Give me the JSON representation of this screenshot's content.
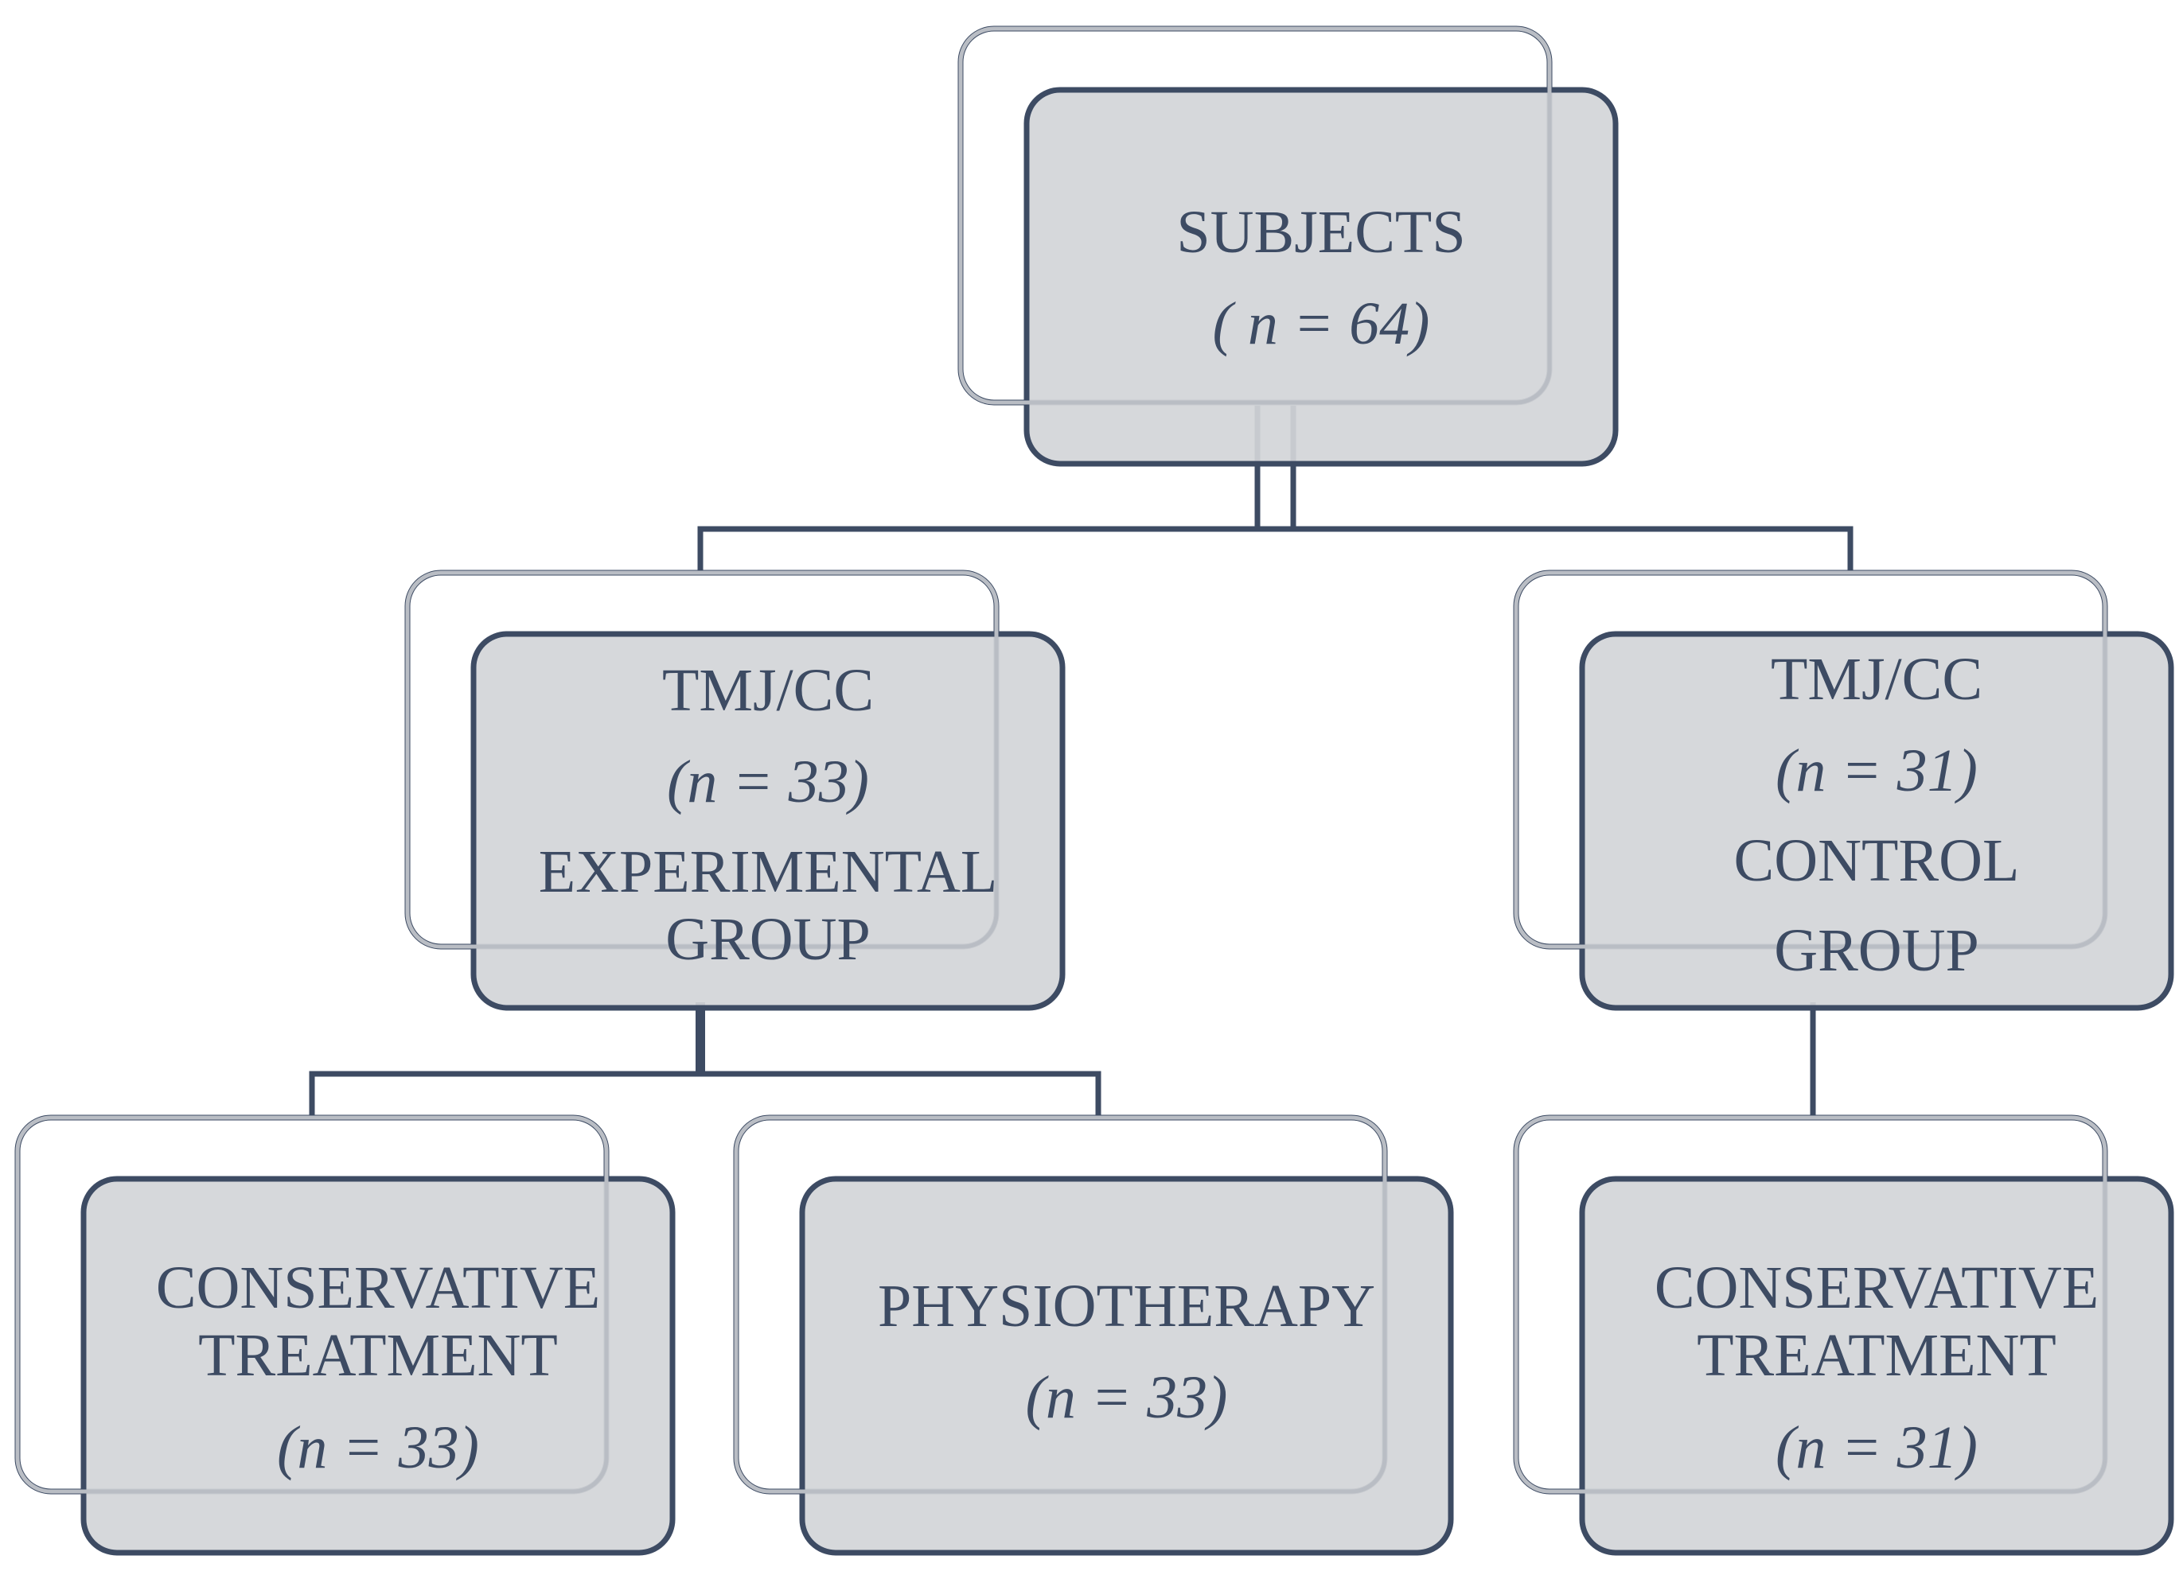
{
  "colors": {
    "stroke": "#3d4b63",
    "front_fill": "#d3d5d8",
    "back_fill": "#ffffff",
    "text": "#3d4b63"
  },
  "nodes": {
    "subjects": {
      "title": "SUBJECTS",
      "n": "( n = 64)"
    },
    "experimental": {
      "title": "TMJ/CC",
      "n": "(n = 33)",
      "group_line1": "EXPERIMENTAL",
      "group_line2": "GROUP"
    },
    "control": {
      "title": "TMJ/CC",
      "n": "(n = 31)",
      "group_line1": "CONTROL",
      "group_line2": "GROUP"
    },
    "exp_conservative": {
      "line1": "CONSERVATIVE",
      "line2": "TREATMENT",
      "n": "(n = 33)"
    },
    "physiotherapy": {
      "line1": "PHYSIOTHERAPY",
      "n": "(n = 33)"
    },
    "ctrl_conservative": {
      "line1": "CONSERVATIVE",
      "line2": "TREATMENT",
      "n": "(n = 31)"
    }
  }
}
